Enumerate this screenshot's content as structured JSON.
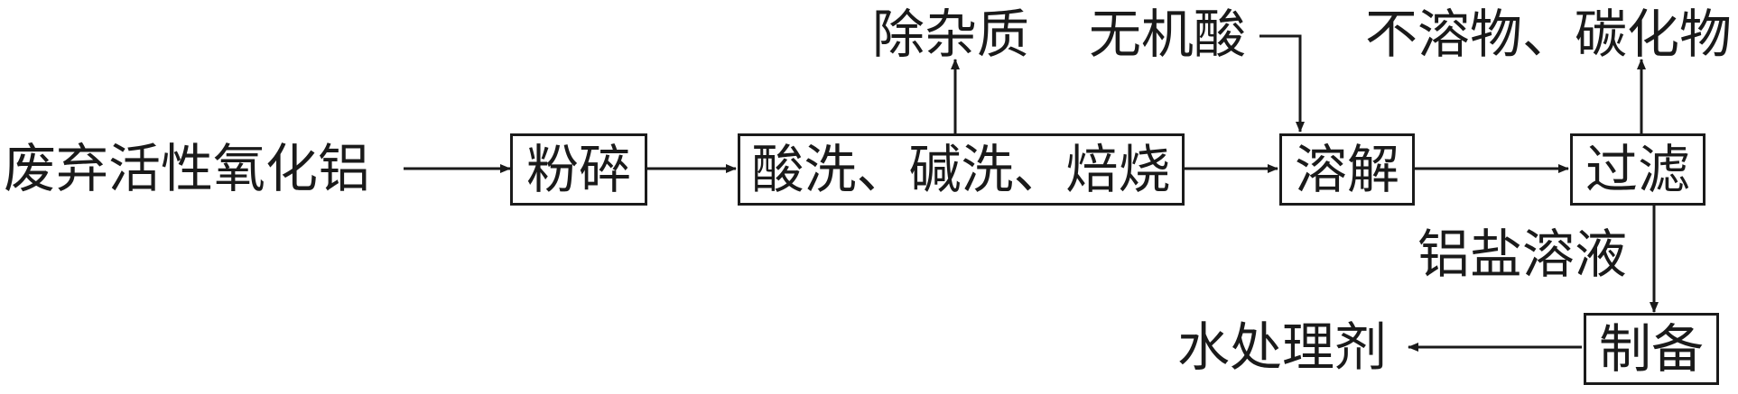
{
  "input": {
    "text": "废弃活性氧化铝"
  },
  "steps": {
    "crush": "粉碎",
    "wash": "酸洗、碱洗、焙烧",
    "dissolve": "溶解",
    "filter": "过滤",
    "prepare": "制备"
  },
  "side": {
    "impurity": "除杂质",
    "acid": "无机酸",
    "insoluble": "不溶物、碳化物",
    "salt_solution": "铝盐溶液"
  },
  "output": {
    "text": "水处理剂"
  }
}
